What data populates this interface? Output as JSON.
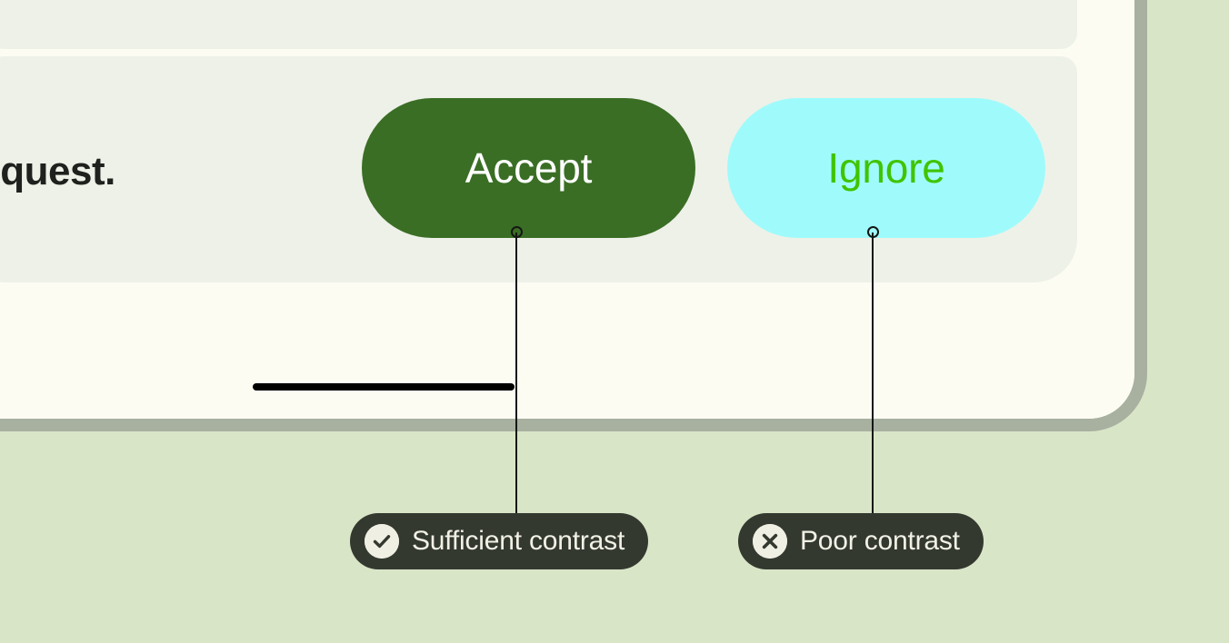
{
  "screen": {
    "request_text": "a request.",
    "home_indicator": "home-indicator-bar"
  },
  "actions": {
    "accept": {
      "label": "Accept",
      "bg_color": "#3a6e25",
      "text_color": "#ffffff"
    },
    "ignore": {
      "label": "Ignore",
      "bg_color": "#9ffbfb",
      "text_color": "#3fc400"
    }
  },
  "annotations": [
    {
      "id": "sufficient",
      "label": "Sufficient contrast",
      "icon": "check-circle-icon",
      "badge_color": "#343930",
      "text_color": "#f2f1e6"
    },
    {
      "id": "poor",
      "label": "Poor contrast",
      "icon": "x-circle-icon",
      "badge_color": "#343930",
      "text_color": "#f2f1e6"
    }
  ],
  "theme": {
    "page_background": "#d9e5c7",
    "frame_border": "#a8b0a0",
    "screen_background": "#fcfcf2",
    "card_background": "#eef1e8",
    "line_color": "#141714"
  }
}
